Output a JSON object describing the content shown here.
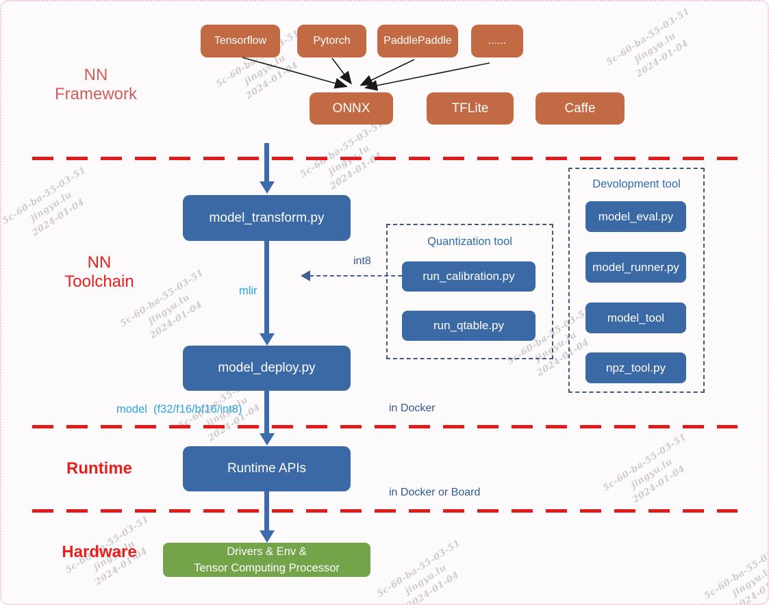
{
  "watermark": {
    "line1": "5c-60-ba-55-03-51",
    "line2": "jingyu.lu",
    "line3": "2024-01-04"
  },
  "sections": {
    "framework": {
      "label_line1": "NN",
      "label_line2": "Framework"
    },
    "toolchain": {
      "label_line1": "NN",
      "label_line2": "Toolchain"
    },
    "runtime": {
      "label": "Runtime"
    },
    "hardware": {
      "label": "Hardware"
    }
  },
  "framework": {
    "sources": [
      "Tensorflow",
      "Pytorch",
      "PaddlePaddle",
      "......"
    ],
    "formats": [
      "ONNX",
      "TFLite",
      "Caffe"
    ]
  },
  "toolchain": {
    "transform_box": "model_transform.py",
    "deploy_box": "model_deploy.py",
    "mlir_label": "mlir",
    "model_output_label": "model  (f32/f16/bf16/int8)",
    "in_docker_label": "in Docker",
    "quantization": {
      "title": "Quantization tool",
      "int8_label": "int8",
      "items": [
        "run_calibration.py",
        "run_qtable.py"
      ]
    },
    "development": {
      "title": "Devolopment tool",
      "items": [
        "model_eval.py",
        "model_runner.py",
        "model_tool",
        "npz_tool.py"
      ]
    }
  },
  "runtime": {
    "api_box": "Runtime APIs",
    "env_label": "in Docker or Board"
  },
  "hardware": {
    "box_line1": "Drivers & Env &",
    "box_line2": "Tensor Computing Processor"
  },
  "colors": {
    "box_orange": "#c16a43",
    "box_blue": "#3a69a6",
    "box_green": "#74a449",
    "divider_red": "#e11b1b",
    "section_label_red": "#e8201d",
    "section_label_muted_red": "#d05c5c",
    "cyan_label": "#29a4de",
    "navy_label": "#2d5b97",
    "arrow_blue": "#3c6cad"
  }
}
